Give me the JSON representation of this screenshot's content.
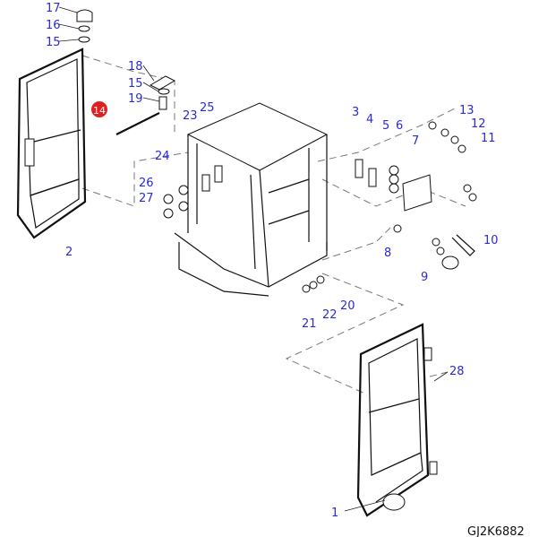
{
  "diagram": {
    "code": "GJ2K6882",
    "highlight_color": "#e02020",
    "label_color": "#2a2ad8",
    "callouts": {
      "c17": "17",
      "c16": "16",
      "c15a": "15",
      "c18": "18",
      "c15b": "15",
      "c19": "19",
      "c14": "14",
      "c2": "2",
      "c23": "23",
      "c25": "25",
      "c24": "24",
      "c26": "26",
      "c27": "27",
      "c3": "3",
      "c4": "4",
      "c5": "5",
      "c6": "6",
      "c7": "7",
      "c13": "13",
      "c12": "12",
      "c11": "11",
      "c8": "8",
      "c10": "10",
      "c9": "9",
      "c20": "20",
      "c22": "22",
      "c21": "21",
      "c28": "28",
      "c1": "1"
    }
  }
}
